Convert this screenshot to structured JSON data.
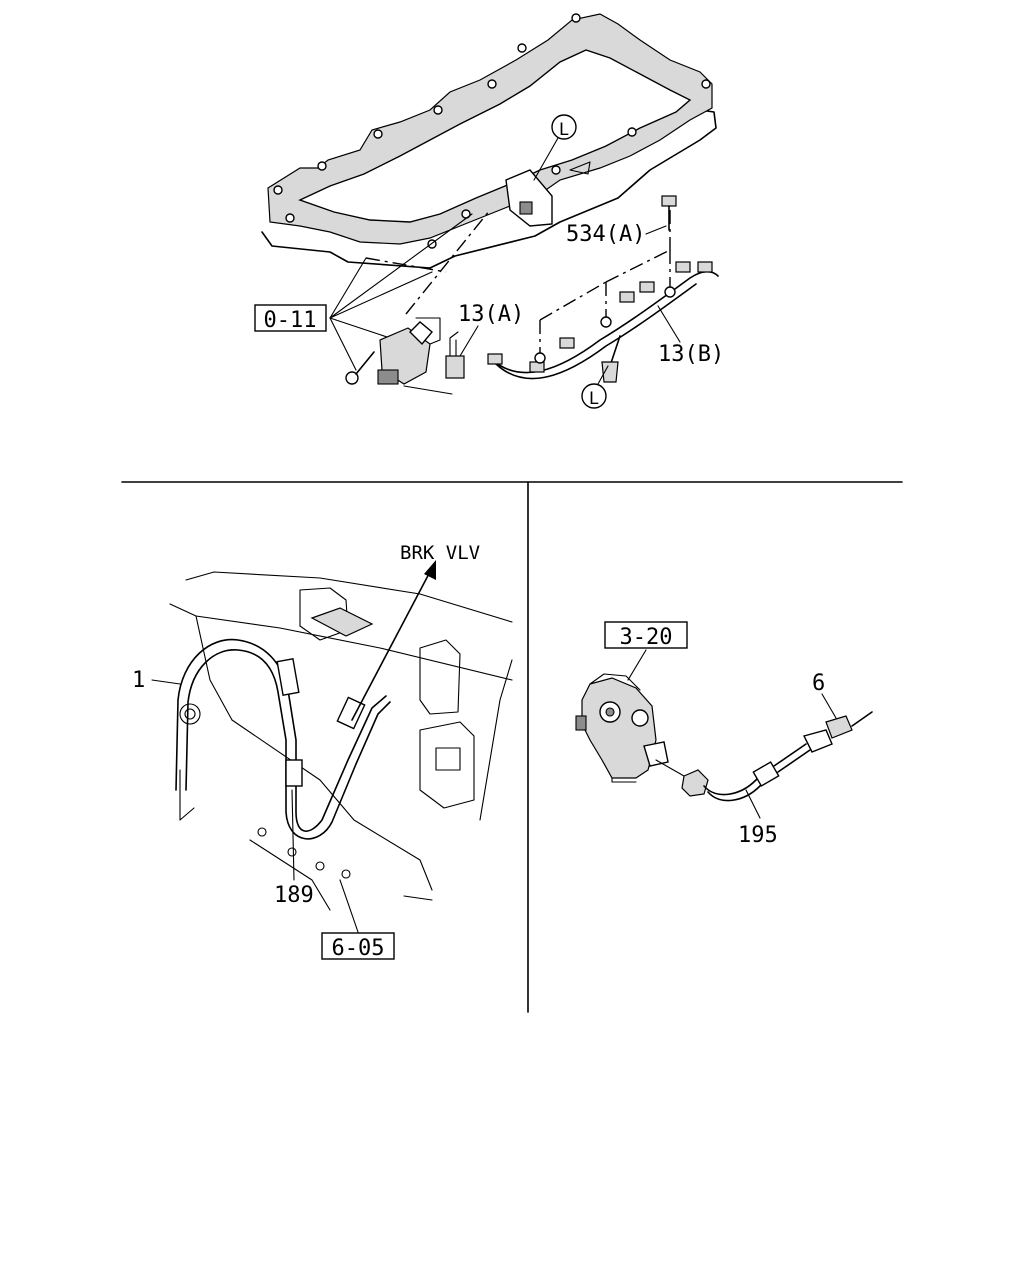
{
  "callouts": {
    "ref_0_11": "0-11",
    "part_13a": "13(A)",
    "part_534a": "534(A)",
    "part_13b": "13(B)",
    "loc_l_top": "L",
    "loc_l_bottom": "L",
    "dest_brk_vlv": "BRK VLV",
    "part_1": "1",
    "part_189": "189",
    "ref_6_05": "6-05",
    "ref_3_20": "3-20",
    "part_6": "6",
    "part_195": "195"
  }
}
